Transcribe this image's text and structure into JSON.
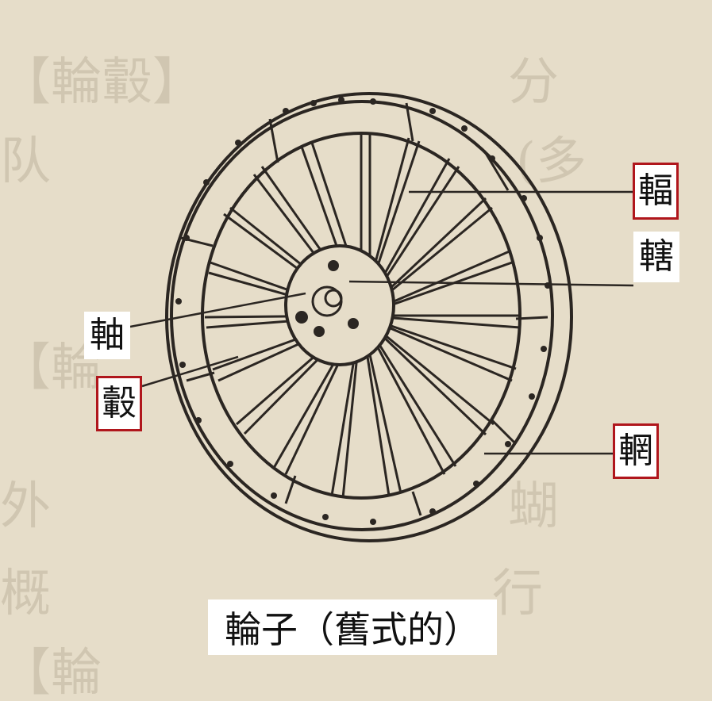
{
  "labels": {
    "spoke": "輻",
    "linchpin": "轄",
    "axle": "軸",
    "hub": "轂",
    "rim": "輞"
  },
  "caption": "輪子（舊式的）",
  "colors": {
    "label_border": "#b0161c",
    "label_background": "#ffffff",
    "paper": "#e6ddc9",
    "ink": "#2b2622"
  }
}
